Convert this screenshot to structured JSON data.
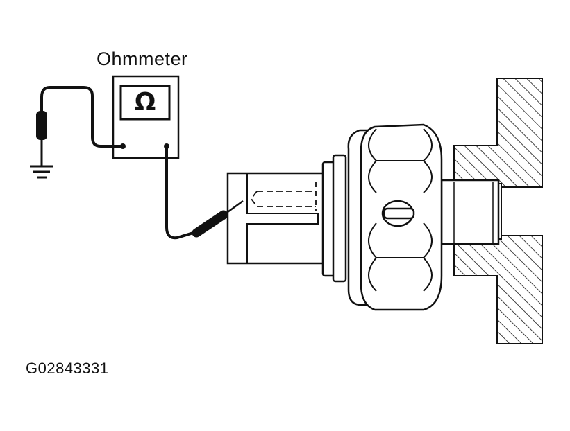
{
  "labels": {
    "meter": "Ohmmeter",
    "figure_id": "G02843331",
    "meter_symbol": "Ω"
  },
  "colors": {
    "ink": "#111111",
    "paper": "#ffffff"
  }
}
